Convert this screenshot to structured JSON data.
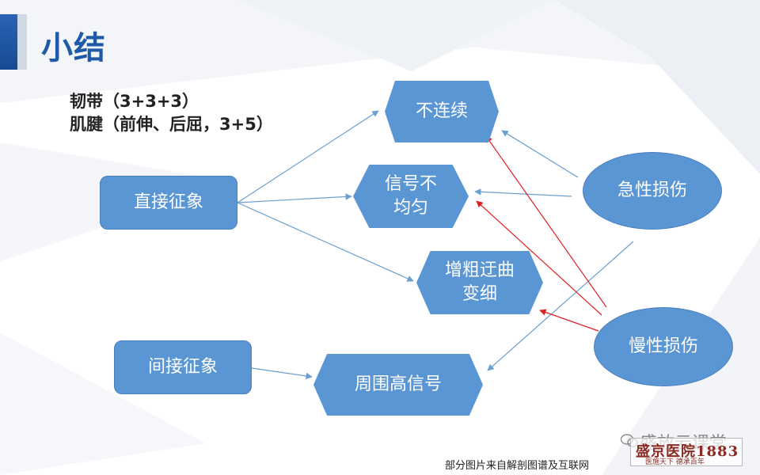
{
  "title": "小结",
  "notes": [
    "韧带（3+3+3）",
    "肌腱（前伸、后屈，3+5）"
  ],
  "nodes": {
    "direct": "直接征象",
    "indirect": "间接征象",
    "discontinuous": "不连续",
    "signal_uneven": "信号不\n均匀",
    "thickened": "增粗迂曲\n变细",
    "surrounding": "周围高信号",
    "acute": "急性损伤",
    "chronic": "慢性损伤"
  },
  "colors": {
    "node_fill": "#5b96d4",
    "blue_arrow": "#6a9fd0",
    "red_arrow": "#e02020",
    "title": "#1f5aa8"
  },
  "footer": "部分图片来自解剖图谱及互联网",
  "watermark": "盛放云课堂",
  "logo": {
    "main": "盛京医院1883",
    "sub": "医施天下 德承百年"
  }
}
